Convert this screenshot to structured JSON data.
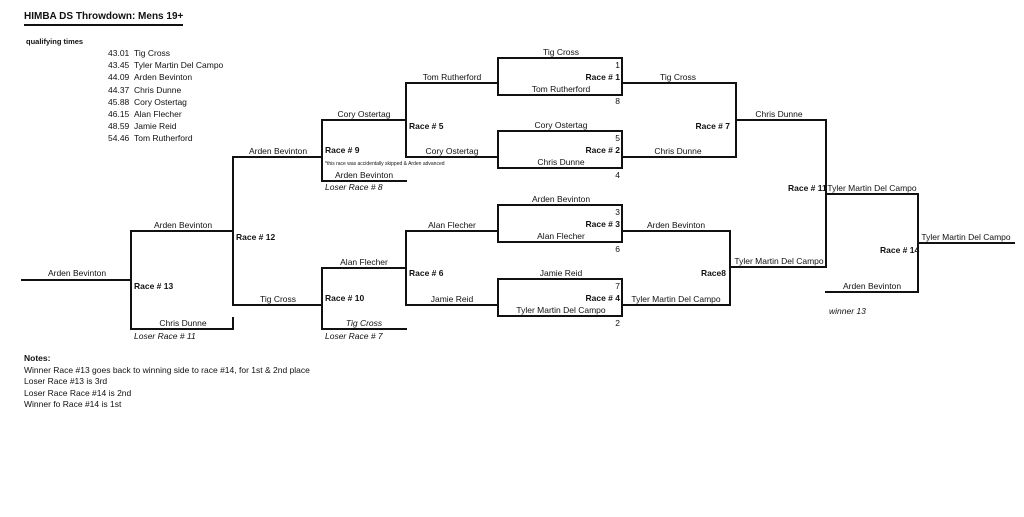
{
  "title": "HIMBA DS Throwdown: Mens 19+",
  "qualifying": {
    "heading": "qualifying times",
    "entries": [
      {
        "time": "43.01",
        "name": "Tig Cross"
      },
      {
        "time": "43.45",
        "name": "Tyler Martin Del Campo"
      },
      {
        "time": "44.09",
        "name": "Arden Bevinton"
      },
      {
        "time": "44.37",
        "name": "Chris Dunne"
      },
      {
        "time": "45.88",
        "name": "Cory Ostertag"
      },
      {
        "time": "46.15",
        "name": "Alan Flecher"
      },
      {
        "time": "48.59",
        "name": "Jamie Reid"
      },
      {
        "time": "54.46",
        "name": "Tom Rutherford"
      }
    ]
  },
  "races": {
    "r1": {
      "label": "Race # 1",
      "top": "Tig Cross",
      "bottom": "Tom Rutherford",
      "seed_top": "1",
      "seed_bottom": "8",
      "winner": "Tig Cross"
    },
    "r2": {
      "label": "Race # 2",
      "top": "Cory Ostertag",
      "bottom": "Chris Dunne",
      "seed_top": "5",
      "seed_bottom": "4",
      "winner": "Chris Dunne"
    },
    "r3": {
      "label": "Race # 3",
      "top": "Arden Bevinton",
      "bottom": "Alan Flecher",
      "seed_top": "3",
      "seed_bottom": "6",
      "winner": "Arden Bevinton"
    },
    "r4": {
      "label": "Race # 4",
      "top": "Jamie Reid",
      "bottom": "Tyler Martin Del Campo",
      "seed_top": "7",
      "seed_bottom": "2",
      "winner": "Tyler Martin Del Campo"
    },
    "r5": {
      "label": "Race # 5",
      "top": "Tom Rutherford",
      "bottom": "Cory Ostertag",
      "winner": "Cory Ostertag"
    },
    "r6": {
      "label": "Race # 6",
      "top": "Alan Flecher",
      "bottom": "Jamie Reid",
      "winner": "Alan Flecher"
    },
    "r7": {
      "label": "Race # 7",
      "winner": "Chris Dunne"
    },
    "r8": {
      "label": "Race8",
      "winner": "Tyler Martin Del Campo"
    },
    "r9": {
      "label": "Race # 9",
      "bottom": "Arden Bevinton",
      "note": "*this race was accidentally skipped & Arden advanced",
      "loser_label": "Loser Race # 8",
      "winner": "Arden Bevinton"
    },
    "r10": {
      "label": "Race # 10",
      "bottom": "Tig Cross",
      "loser_label": "Loser Race # 7",
      "winner": "Tig Cross"
    },
    "r11": {
      "label": "Race # 11",
      "winner": "Tyler Martin Del Campo",
      "loser": "Arden Bevinton",
      "loser_label": "winner 13"
    },
    "r12": {
      "label": "Race # 12",
      "winner": "Arden Bevinton"
    },
    "r13": {
      "label": "Race # 13",
      "bottom": "Chris Dunne",
      "loser_label": "Loser Race # 11",
      "winner": "Arden Bevinton"
    },
    "r14": {
      "label": "Race # 14",
      "winner": "Tyler Martin Del Campo"
    }
  },
  "notes": {
    "heading": "Notes:",
    "lines": [
      "Winner Race #13 goes back to winning side to race #14, for 1st & 2nd place",
      "Loser Race #13 is 3rd",
      "Loser Race Race #14 is 2nd",
      "Winner fo Race #14 is 1st"
    ]
  }
}
